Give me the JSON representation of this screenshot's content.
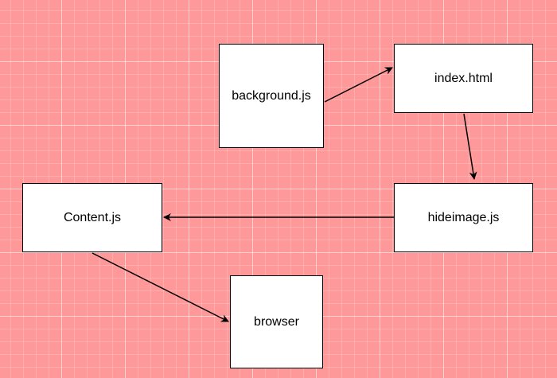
{
  "diagram": {
    "nodes": [
      {
        "id": "background",
        "label": "background.js"
      },
      {
        "id": "index",
        "label": "index.html"
      },
      {
        "id": "hideimage",
        "label": "hideimage.js"
      },
      {
        "id": "content",
        "label": "Content.js"
      },
      {
        "id": "browser",
        "label": "browser"
      }
    ],
    "edges": [
      {
        "from": "background",
        "to": "index"
      },
      {
        "from": "index",
        "to": "hideimage"
      },
      {
        "from": "hideimage",
        "to": "content"
      },
      {
        "from": "content",
        "to": "browser"
      }
    ]
  },
  "colors": {
    "background": "#ff9999",
    "node_fill": "#ffffff",
    "stroke": "#000000"
  }
}
